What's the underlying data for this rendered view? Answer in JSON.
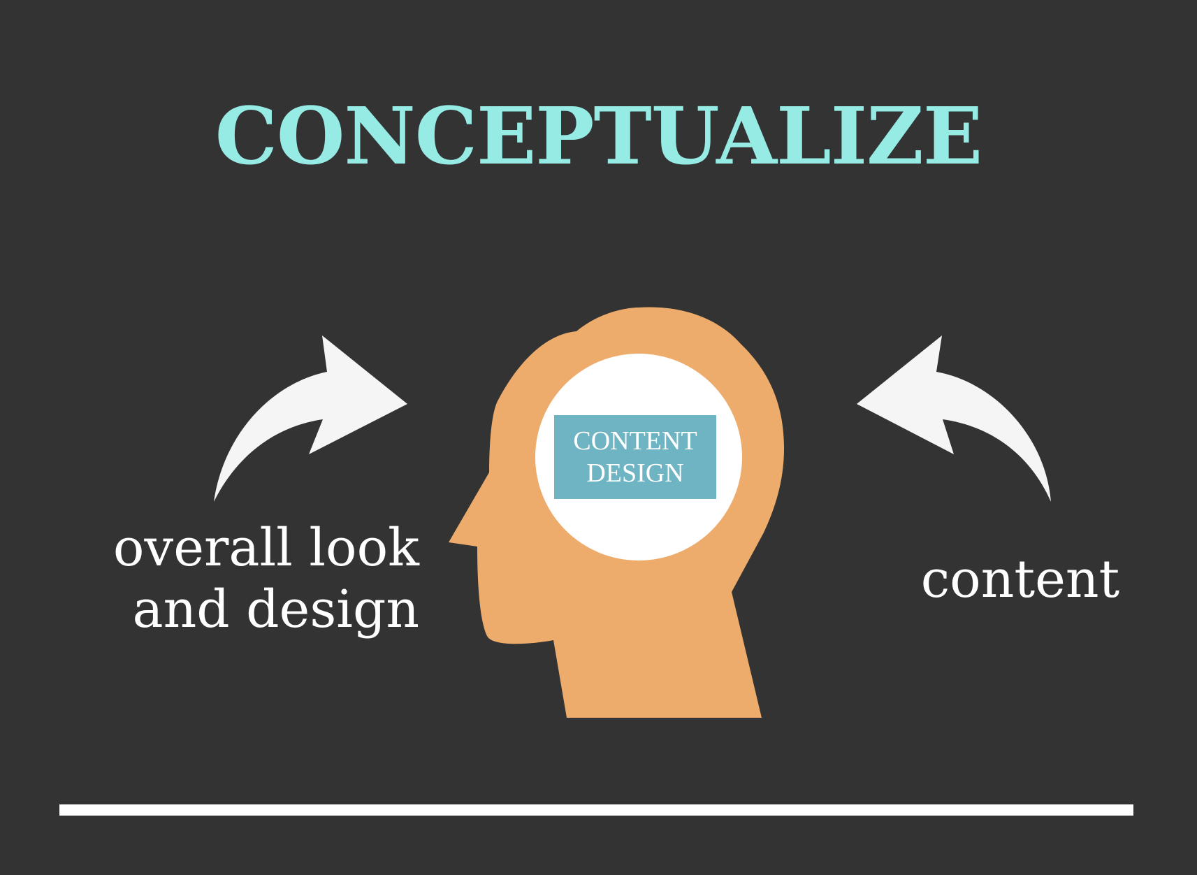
{
  "title": "CONCEPTUALIZE",
  "center_label": {
    "line1": "CONTENT",
    "line2": "DESIGN"
  },
  "left_caption": {
    "line1": "overall look",
    "line2": "and design"
  },
  "right_caption": "content",
  "colors": {
    "background": "#333333",
    "title": "#96ebe5",
    "head": "#eeac6c",
    "brain_circle": "#ffffff",
    "label_box": "#6fb4c3",
    "arrows": "#f5f5f5",
    "baseline": "#ffffff"
  },
  "icons": [
    "head-silhouette-icon",
    "curved-arrow-right-icon",
    "curved-arrow-left-icon"
  ]
}
